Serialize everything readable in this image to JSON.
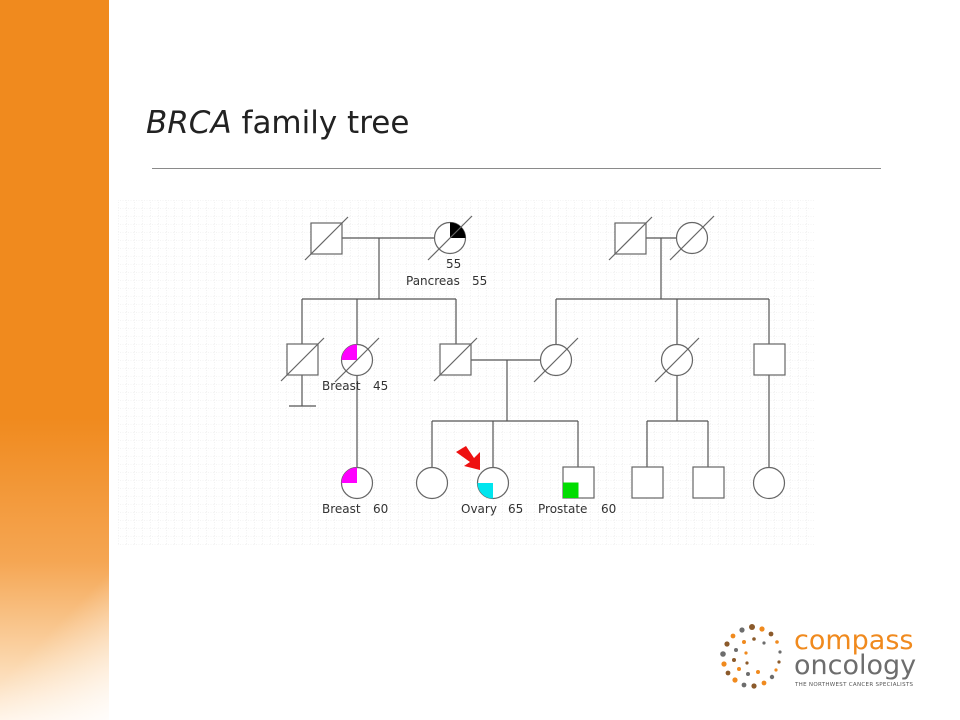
{
  "slide": {
    "title_italic": "BRCA",
    "title_rest": " family tree"
  },
  "pedigree": {
    "labels": {
      "gen1_grandmother_age": "55",
      "gen1_grandmother_cancer": "Pancreas",
      "gen1_grandmother_cancer_age": "55",
      "gen2_aunt_cancer": "Breast",
      "gen2_aunt_age": "45",
      "gen3_cousin_cancer": "Breast",
      "gen3_cousin_age": "60",
      "gen3_proband_cancer": "Ovary",
      "gen3_proband_age": "65",
      "gen3_brother_cancer": "Prostate",
      "gen3_brother_age": "60"
    },
    "colors": {
      "breast": "#ff00ff",
      "ovary": "#00e5ee",
      "prostate": "#00dd00",
      "pancreas": "#000000",
      "proband_arrow": "#ee1111"
    }
  },
  "logo": {
    "word1": "compass",
    "word2": "oncology",
    "tagline": "THE NORTHWEST CANCER SPECIALISTS",
    "colors": {
      "orange": "#f08a1e",
      "gray": "#6d6d6d",
      "brown": "#8b5a2b"
    }
  }
}
